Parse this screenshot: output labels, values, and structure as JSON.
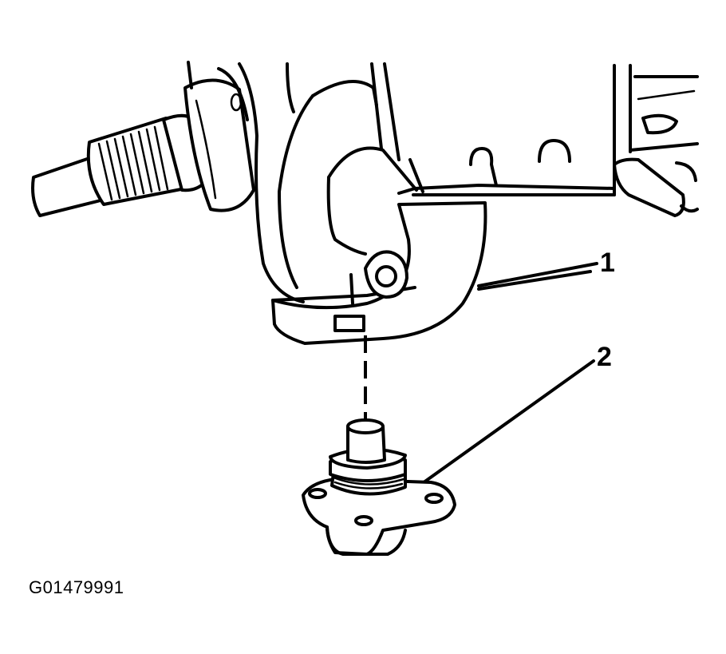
{
  "callouts": {
    "one": "1",
    "two": "2"
  },
  "figure_id": "G01479991"
}
